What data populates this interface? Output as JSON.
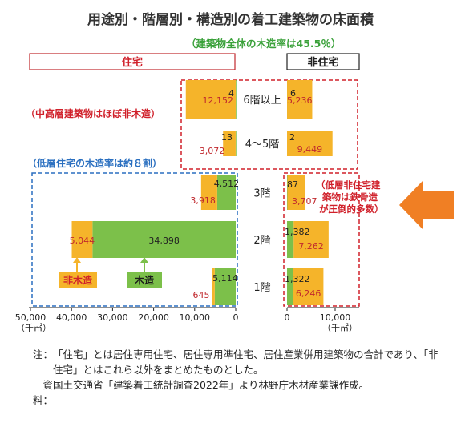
{
  "title": "用途別・階層別・構造別の着工建築物の床面積",
  "subtitle": "（建築物全体の木造率は45.5％）",
  "panels": {
    "residential": "住宅",
    "non_residential": "非住宅"
  },
  "annotations": {
    "mid_high": "（中高層建築物はほぼ非木造）",
    "low_rise": "（低層住宅の木造率は約８割）",
    "non_res_low_lines": [
      "（低層非住宅建",
      "築物は鉄骨造",
      "が圧倒的多数）"
    ]
  },
  "legend": {
    "non_wood": "非木造",
    "wood": "木造"
  },
  "colors": {
    "non_wood": "#f5b42a",
    "wood": "#7cc04a",
    "red_box": "#d0202a",
    "blue_box": "#2a6fc0",
    "arrow": "#f07f24"
  },
  "unit_left": "（千㎡）",
  "unit_right": "（千㎡）",
  "chart_data": {
    "type": "bar",
    "orientation": "horizontal",
    "categories": [
      "6階以上",
      "4〜5階",
      "3階",
      "2階",
      "1階"
    ],
    "residential": {
      "non_wood": [
        12152,
        3072,
        3918,
        5044,
        645
      ],
      "wood": [
        4,
        13,
        4512,
        34898,
        5114
      ],
      "xlim": [
        50000,
        0
      ],
      "ticks": [
        "50,000",
        "40,000",
        "30,000",
        "20,000",
        "10,000",
        "0"
      ]
    },
    "non_residential": {
      "non_wood": [
        5236,
        9449,
        3707,
        7262,
        6246
      ],
      "wood": [
        6,
        2,
        87,
        1382,
        1322
      ],
      "xlim": [
        0,
        15000
      ],
      "ticks": [
        "0",
        "10,000"
      ]
    },
    "value_labels": {
      "res_non_wood": [
        "12,152",
        "3,072",
        "3,918",
        "5,044",
        "645"
      ],
      "res_wood": [
        "4",
        "13",
        "4,512",
        "34,898",
        "5,114"
      ],
      "nonres_non_wood": [
        "5,236",
        "9,449",
        "3,707",
        "7,262",
        "6,246"
      ],
      "nonres_wood": [
        "6",
        "2",
        "87",
        "1,382",
        "1,322"
      ]
    }
  },
  "notes": [
    {
      "label": "注：",
      "text": "「住宅」とは居住専用住宅、居住専用準住宅、居住産業併用建築物の合計であり、「非住宅」とはこれら以外をまとめたものとした。"
    },
    {
      "label": "資料：",
      "text": "国土交通省「建築着工統計調査2022年」より林野庁木材産業課作成。"
    }
  ]
}
